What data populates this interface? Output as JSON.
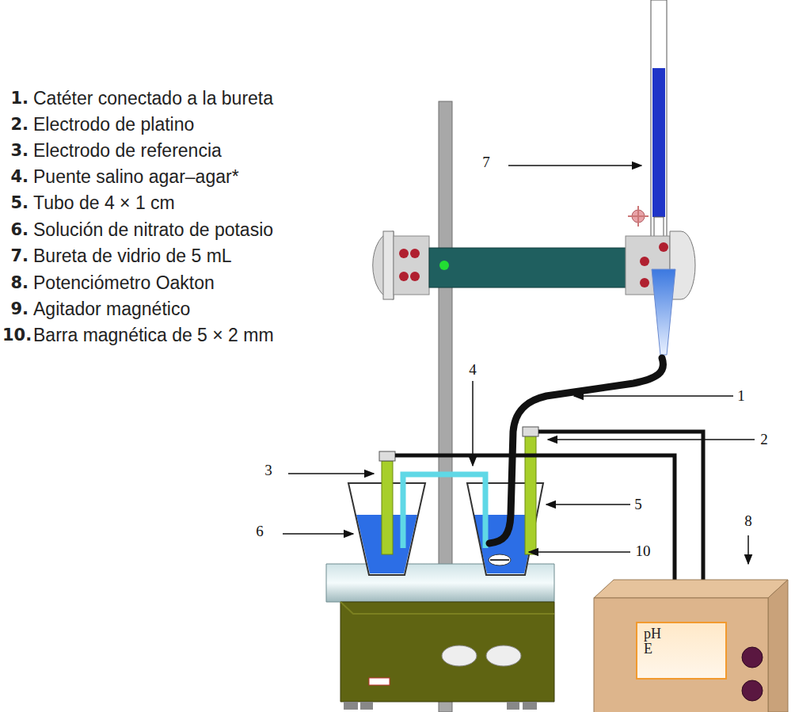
{
  "diagram": {
    "nodes": [
      {
        "text": [
          "pH",
          "E"
        ]
      }
    ],
    "labels": [
      "1.",
      "Catéter conectado a la bureta",
      "2.",
      "Electrodo de platino",
      "3.",
      "Electrodo de referencia",
      "4.",
      "Puente salino agar–agar*",
      "5.",
      "Tubo de 4 × 1 cm",
      "6.",
      "Solución de nitrato de potasio",
      "7.",
      "Bureta de vidrio de 5 mL",
      "8.",
      "Potenciómetro Oakton",
      "9.",
      "Agitador magnético",
      "10.",
      "Barra magnética de 5 × 2 mm",
      "7",
      "4",
      "1",
      "2",
      "3",
      "5",
      "6",
      "10",
      "8"
    ]
  }
}
